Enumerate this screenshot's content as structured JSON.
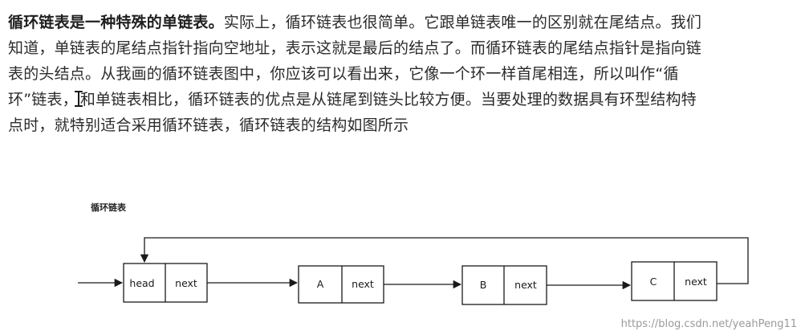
{
  "article": {
    "line1_bold": "循环链表是一种特殊的单链表。",
    "line1_rest": "实际上，循环链表也很简单。它跟单链表唯一的区别就在尾结点。我们",
    "line2": "知道，单链表的尾结点指针指向空地址，表示这就是最后的结点了。而循环链表的尾结点指针是指向链",
    "line3": "表的头结点。从我画的循环链表图中，你应该可以看出来，它像一个环一样首尾相连，所以叫作“循",
    "line4_before_cursor": "环”链表，",
    "line4_after_cursor": "和单链表相比，循环链表的优点是从链尾到链头比较方便。当要处理的数据具有环型结构特",
    "line5": "点时，就特别适合采用循环链表，循环链表的结构如图所示"
  },
  "diagram": {
    "title": "循环链表",
    "nodes": [
      {
        "data": "head",
        "next": "next"
      },
      {
        "data": "A",
        "next": "next"
      },
      {
        "data": "B",
        "next": "next"
      },
      {
        "data": "C",
        "next": "next"
      }
    ]
  },
  "watermark": "https://blog.csdn.net/yeahPeng11"
}
